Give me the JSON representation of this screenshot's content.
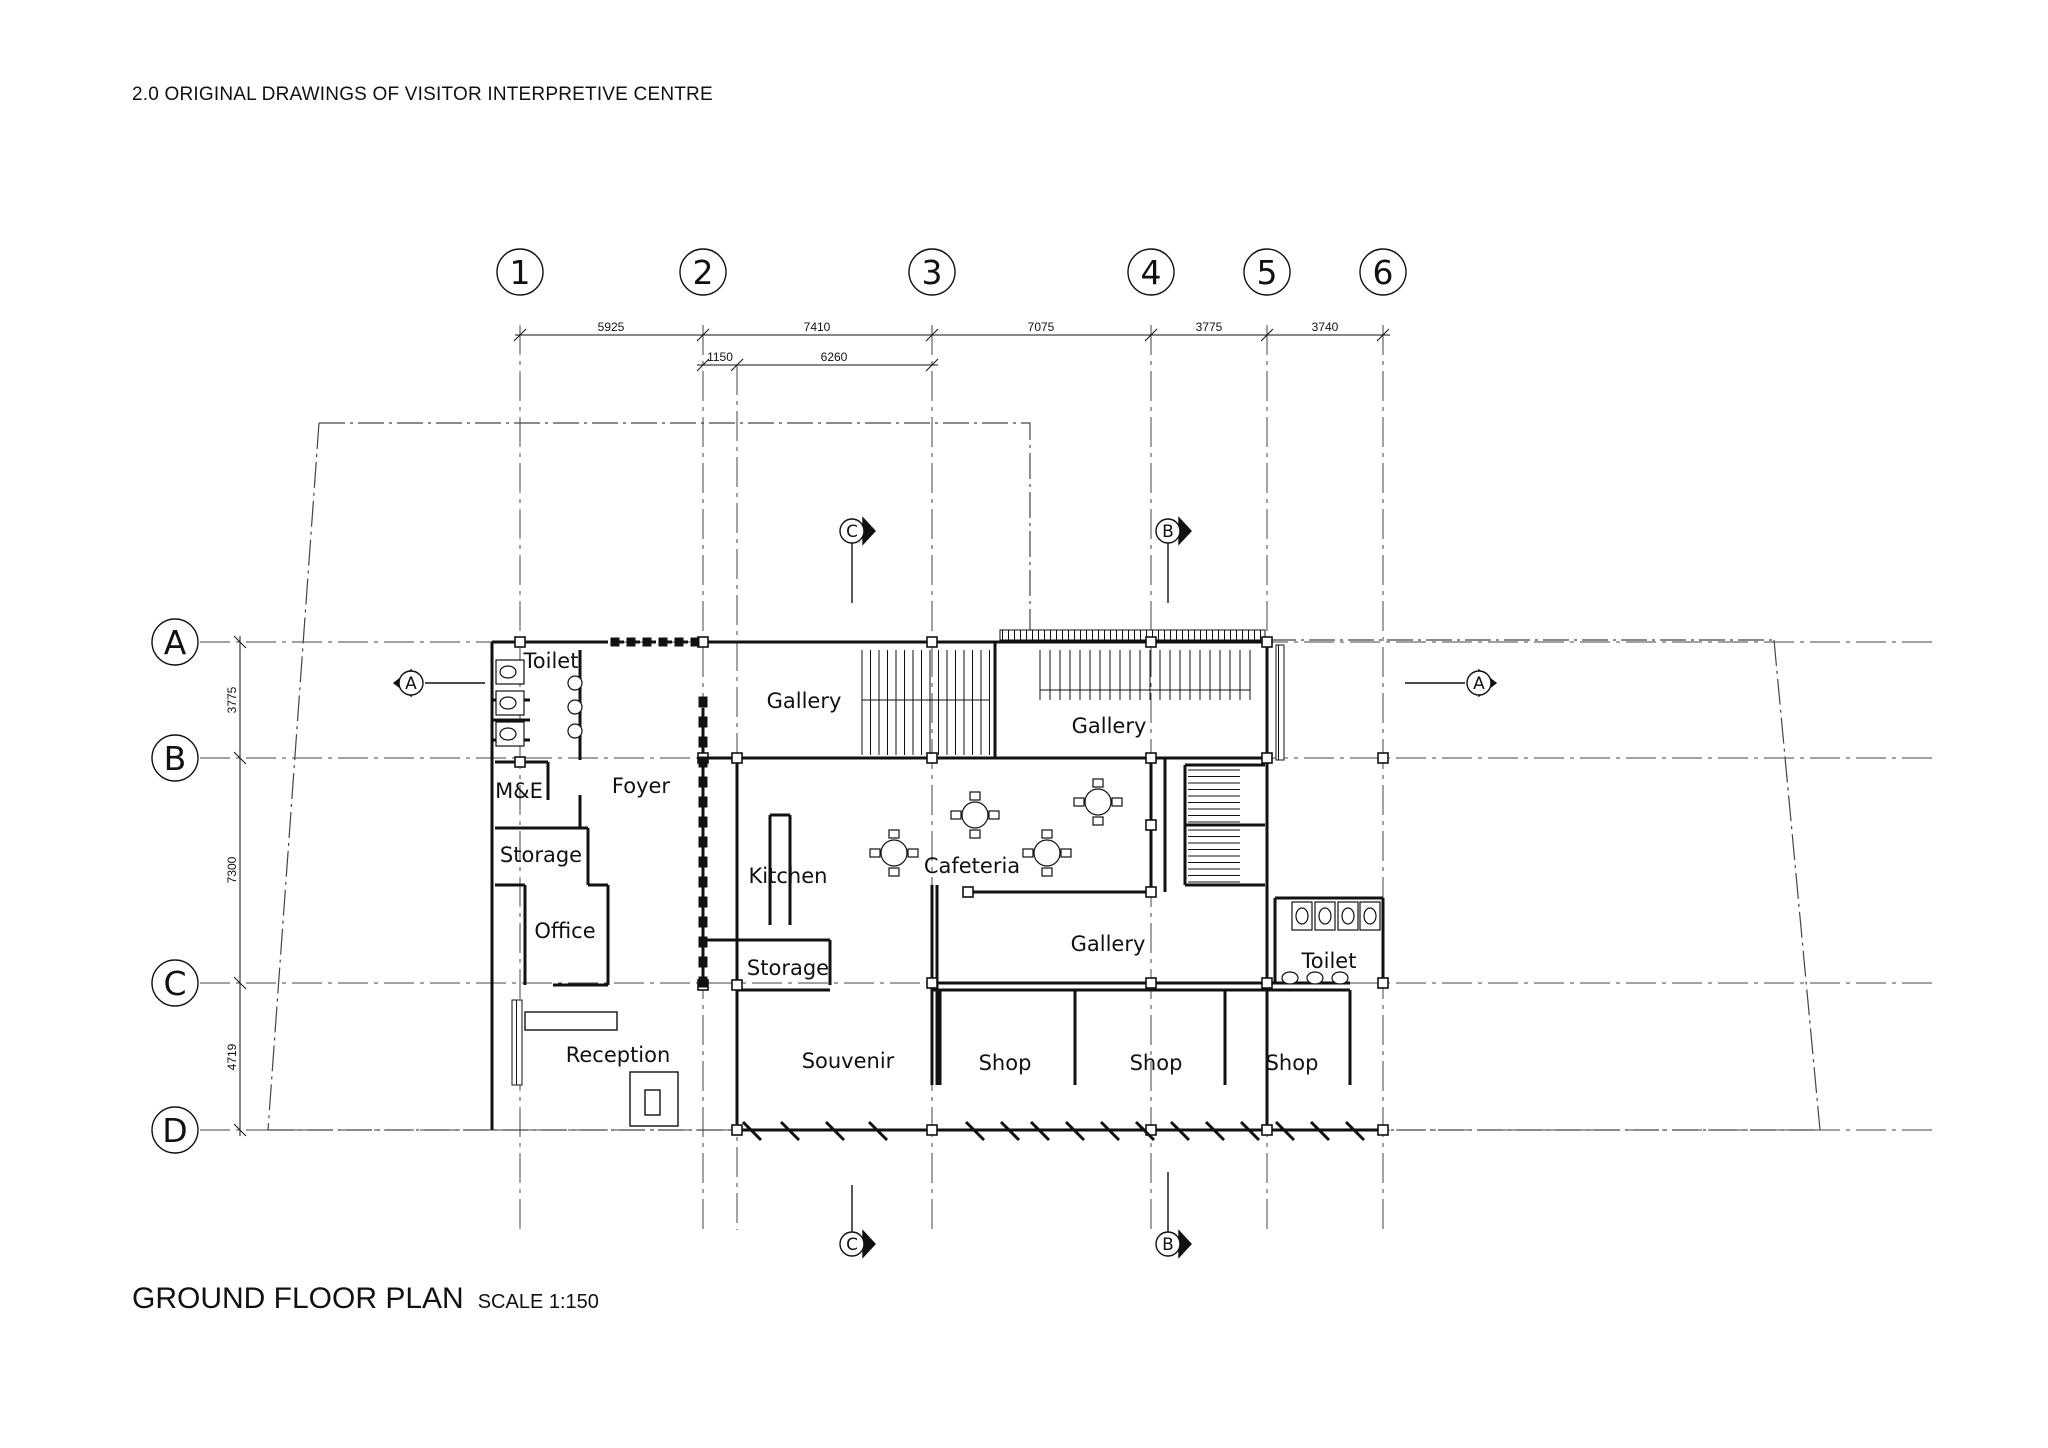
{
  "header": "2.0 ORIGINAL DRAWINGS OF VISITOR INTERPRETIVE CENTRE",
  "title": "GROUND FLOOR PLAN",
  "scale": "SCALE 1:150",
  "grid_columns": [
    "1",
    "2",
    "3",
    "4",
    "5",
    "6"
  ],
  "grid_rows": [
    "A",
    "B",
    "C",
    "D"
  ],
  "dimensions_top": [
    "5925",
    "7410",
    "7075",
    "3775",
    "3740"
  ],
  "dimensions_sub": [
    "1150",
    "6260"
  ],
  "dimensions_left": [
    "3775",
    "7300",
    "4719"
  ],
  "section_marks": [
    "A",
    "A",
    "B",
    "B",
    "C",
    "C"
  ],
  "rooms": {
    "toilet_left": "Toilet",
    "me": "M&E",
    "foyer": "Foyer",
    "storage_left": "Storage",
    "office": "Office",
    "reception": "Reception",
    "gallery_1": "Gallery",
    "gallery_2": "Gallery",
    "kitchen": "Kitchen",
    "cafeteria": "Cafeteria",
    "storage_mid": "Storage",
    "gallery_3": "Gallery",
    "toilet_right": "Toilet",
    "souvenir": "Souvenir",
    "shop_1": "Shop",
    "shop_2": "Shop",
    "shop_3": "Shop"
  }
}
